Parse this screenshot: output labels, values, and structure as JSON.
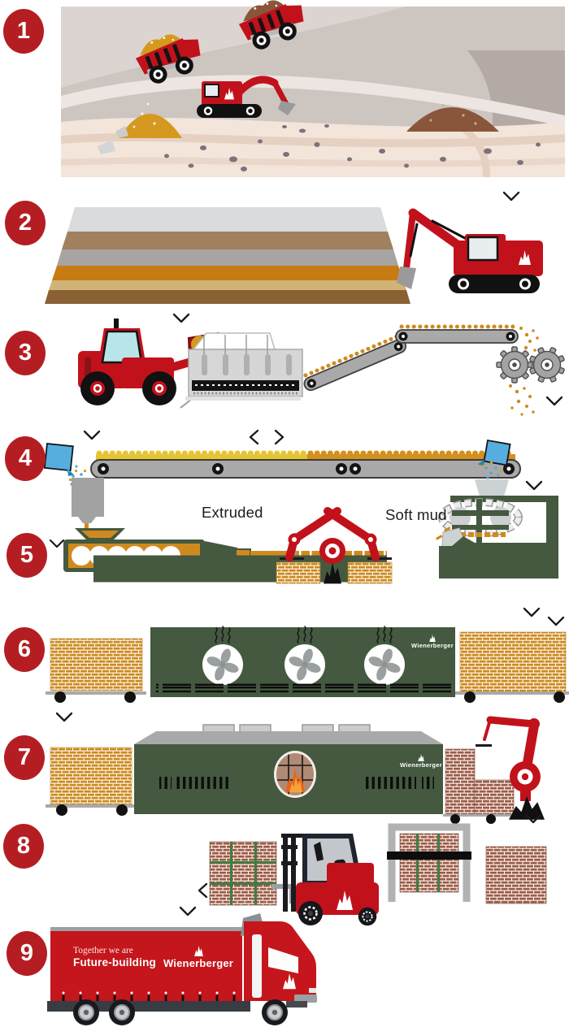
{
  "steps": [
    {
      "number": "1"
    },
    {
      "number": "2"
    },
    {
      "number": "3"
    },
    {
      "number": "4"
    },
    {
      "number": "5"
    },
    {
      "number": "6"
    },
    {
      "number": "7"
    },
    {
      "number": "8"
    },
    {
      "number": "9"
    }
  ],
  "labels": {
    "extruded": "Extruded",
    "soft_mud": "Soft mud"
  },
  "brand": {
    "name": "Wienerberger",
    "tagline_line1": "Together we are",
    "tagline_line2": "Future-building"
  },
  "icons": {
    "chevron_down": "chevron-down-icon",
    "chevron_left": "chevron-left-icon",
    "chevron_right": "chevron-right-icon",
    "flame": "wienerberger-flame-icon"
  },
  "colors": {
    "badge_red": "#b41e23",
    "vehicle_red": "#c1121c",
    "truck_red": "#c4161c",
    "machine_green": "#44593f",
    "brick_orange": "#cd8a1f",
    "fired_brick": "#9c5a45",
    "clay_yellow": "#e5c531",
    "water_blue": "#56aede",
    "conveyor_grey": "#a9a9a9"
  }
}
